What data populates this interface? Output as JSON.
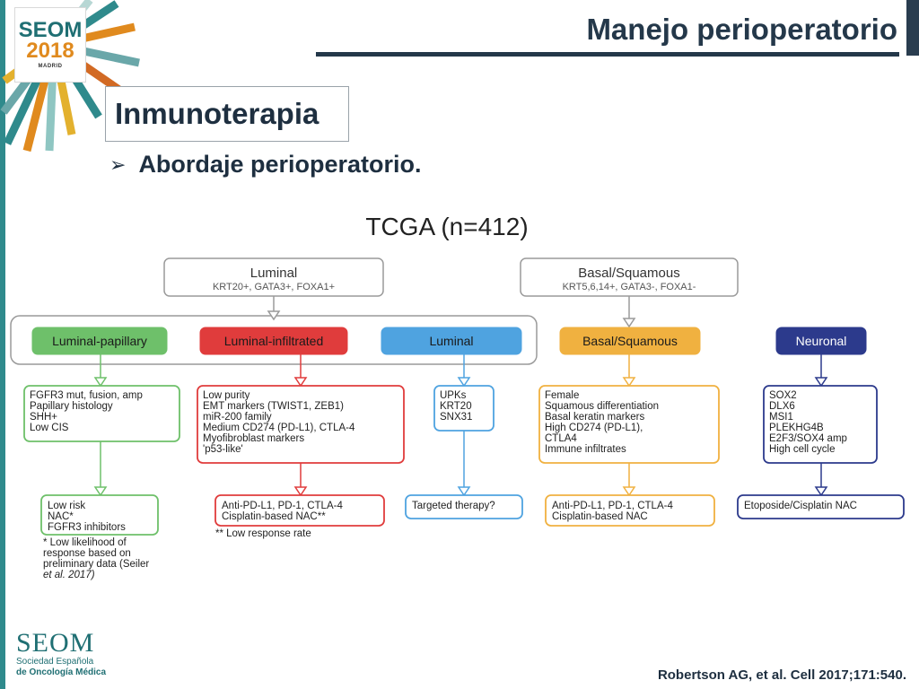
{
  "logo": {
    "line1": "SEOM",
    "line2": "2018",
    "city": "MADRID"
  },
  "header": {
    "title": "Manejo perioperatorio"
  },
  "section": {
    "title": "Inmunoterapia"
  },
  "bullet": {
    "text": "Abordaje perioperatorio."
  },
  "diagram": {
    "title": "TCGA (n=412)",
    "top_groups": [
      {
        "name": "Luminal",
        "markers": "KRT20+, GATA3+, FOXA1+"
      },
      {
        "name": "Basal/Squamous",
        "markers": "KRT5,6,14+, GATA3-, FOXA1-"
      }
    ],
    "subtypes": [
      {
        "name": "Luminal-papillary",
        "color": "#6ec06a",
        "features": [
          "FGFR3 mut, fusion, amp",
          "Papillary histology",
          "SHH+",
          "Low CIS"
        ],
        "therapy": [
          "Low risk",
          "NAC*",
          "FGFR3 inhibitors"
        ],
        "note": [
          "* Low likelihood of",
          "response based on",
          "preliminary data (Seiler",
          "et al. 2017)"
        ]
      },
      {
        "name": "Luminal-infiltrated",
        "color": "#e03c3c",
        "features": [
          "Low purity",
          "EMT markers (TWIST1, ZEB1)",
          "miR-200 family",
          "Medium CD274 (PD-L1), CTLA-4",
          "Myofibroblast markers",
          "'p53-like'"
        ],
        "therapy": [
          "Anti-PD-L1, PD-1, CTLA-4",
          "Cisplatin-based NAC**"
        ],
        "note": [
          "** Low response rate"
        ]
      },
      {
        "name": "Luminal",
        "color": "#4fa3e0",
        "features": [
          "UPKs",
          "KRT20",
          "SNX31"
        ],
        "therapy": [
          "Targeted therapy?"
        ],
        "note": []
      },
      {
        "name": "Basal/Squamous",
        "color": "#f0b140",
        "features": [
          "Female",
          "Squamous differentiation",
          "Basal keratin markers",
          "High CD274 (PD-L1),",
          "CTLA4",
          "Immune infiltrates"
        ],
        "therapy": [
          "Anti-PD-L1, PD-1, CTLA-4",
          "Cisplatin-based NAC"
        ],
        "note": []
      },
      {
        "name": "Neuronal",
        "color": "#2c3a8c",
        "features": [
          "SOX2",
          "DLX6",
          "MSI1",
          "PLEKHG4B",
          "E2F3/SOX4 amp",
          "High cell cycle"
        ],
        "therapy": [
          "Etoposide/Cisplatin NAC"
        ],
        "note": []
      }
    ]
  },
  "footer": {
    "org": "SEOM",
    "org_sub1": "Sociedad Española",
    "org_sub2": "de Oncología Médica",
    "citation": "Robertson AG, et al. Cell 2017;171:540."
  }
}
